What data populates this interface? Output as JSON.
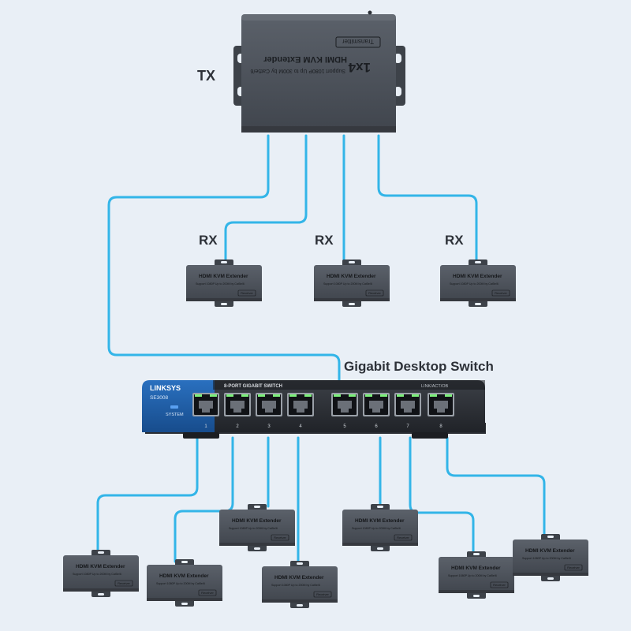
{
  "labels": {
    "tx": "TX",
    "rx": "RX",
    "switch_title": "Gigabit Desktop Switch"
  },
  "transmitter": {
    "model": "1x4",
    "name": "HDMI KVM Extender",
    "subtitle": "Support 1080P Up to 300M by Cat5e/6",
    "tag": "Transmitter"
  },
  "receiver": {
    "name": "HDMI KVM Extender",
    "subtitle": "Support 1080P Up to 200M by Cat5e/6",
    "tag": "Receiver"
  },
  "switch": {
    "brand": "LINKSYS",
    "model": "SE3008",
    "system_label": "SYSTEM",
    "title": "8-PORT GIGABIT SWITCH",
    "status_label": "LINK/ACT/OB",
    "ports": [
      "1",
      "2",
      "3",
      "4",
      "5",
      "6",
      "7",
      "8"
    ]
  },
  "colors": {
    "cable": "#33b5e8",
    "device": "#4a4f57",
    "switch_blue": "#1f5fa8",
    "background": "#e9eff6",
    "port_led": "#7cf07a"
  }
}
